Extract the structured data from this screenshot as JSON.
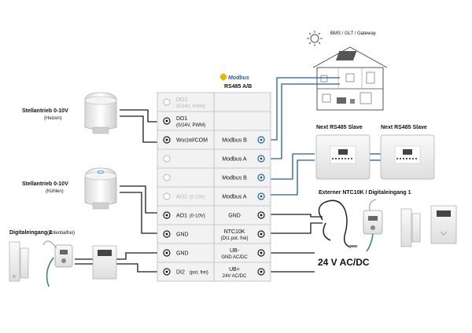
{
  "colors": {
    "wire_black": "#1a1a1a",
    "wire_blue": "#1f5fa8",
    "muted": "#b5b5b5",
    "modbus_yellow": "#e8b400"
  },
  "building": {
    "label": "BMS / GLT / Gateway"
  },
  "modbus": {
    "logo": "Modbus",
    "rs485": "RS485 A/B"
  },
  "actuators": {
    "heat": {
      "title": "Stellantrieb 0-10V",
      "sub": "(Heizen)"
    },
    "cool": {
      "title": "Stellantrieb 0-10V",
      "sub": "(Kühlen)"
    }
  },
  "digital2": {
    "title": "Digitaleingang 2",
    "sub": "(potentialfrei)"
  },
  "slaves": {
    "left": "Next RS485 Slave",
    "right": "Next RS485 Slave"
  },
  "ntc": {
    "label": "Externer NTC10K / Digitaleingang 1"
  },
  "power": {
    "label": "24 V AC/DC"
  },
  "terminals": {
    "left": [
      {
        "main": "DO2",
        "sub": "(0/24V, PWM)"
      },
      {
        "main": "DO1",
        "sub": "(0/24V, PWM)"
      },
      {
        "main": "Wurzel/COM",
        "sub": ""
      },
      {
        "main": "",
        "sub": ""
      },
      {
        "main": "",
        "sub": ""
      },
      {
        "main": "AO2",
        "sub": "(0-10V)"
      },
      {
        "main": "AO1",
        "sub": "(0-10V)"
      },
      {
        "main": "GND",
        "sub": ""
      },
      {
        "main": "GND",
        "sub": ""
      },
      {
        "main": "DI2",
        "sub": "(pot. frei)"
      }
    ],
    "right": [
      {
        "main": "",
        "sub": ""
      },
      {
        "main": "",
        "sub": ""
      },
      {
        "main": "Modbus B",
        "sub": ""
      },
      {
        "main": "Modbus A",
        "sub": ""
      },
      {
        "main": "Modbus B",
        "sub": ""
      },
      {
        "main": "Modbus A",
        "sub": ""
      },
      {
        "main": "GND",
        "sub": ""
      },
      {
        "main": "NTC10K",
        "sub": "(DI1 pot. frei)"
      },
      {
        "main": "UB-",
        "sub": "GND AC/DC"
      },
      {
        "main": "UB+",
        "sub": "24V AC/DC"
      }
    ]
  }
}
